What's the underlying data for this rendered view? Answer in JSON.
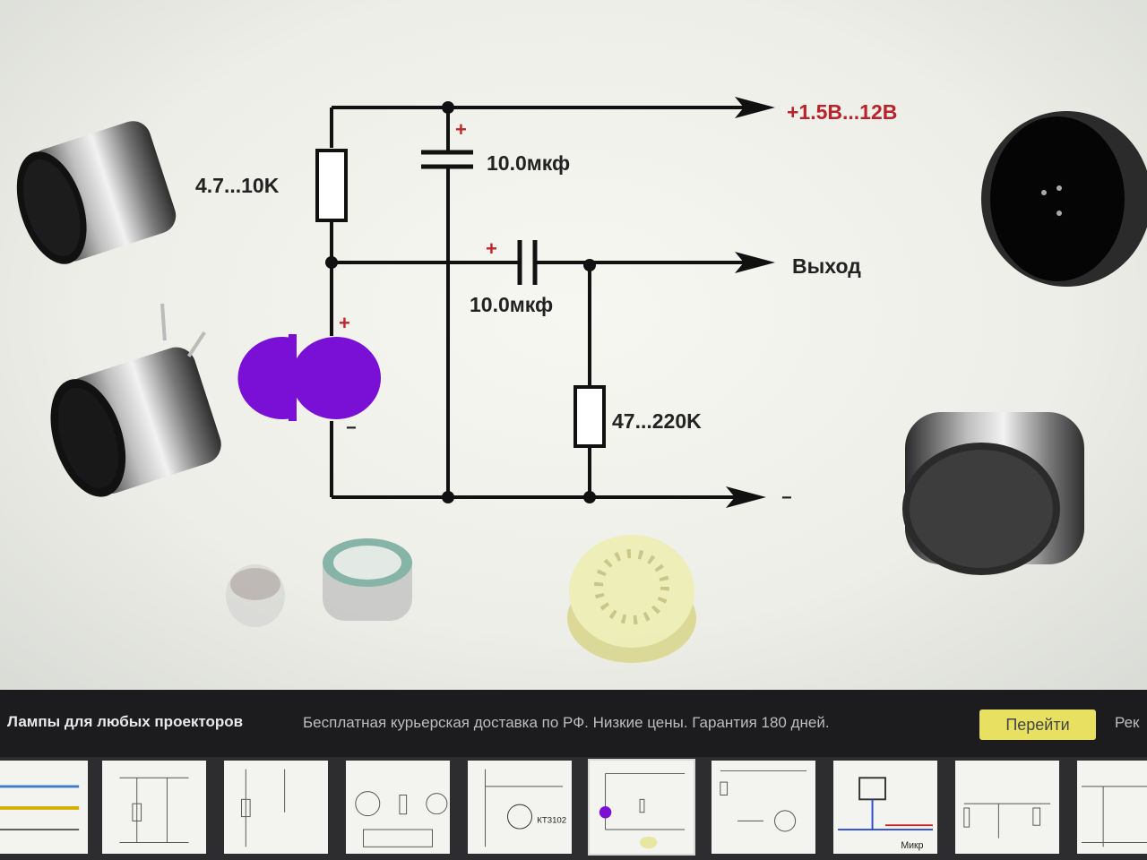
{
  "schematic": {
    "supply_label": "+1.5В...12В",
    "r1_label": "4.7...10K",
    "c1_label": "10.0мкф",
    "c2_label": "10.0мкф",
    "output_label": "Выход",
    "r2_label": "47...220K",
    "plus_sign": "+",
    "minus_sign": "−",
    "mic_color": "#7a10d6",
    "supply_color": "#b8242a"
  },
  "ad": {
    "title": "Лампы для любых проекторов",
    "description": "Бесплатная курьерская доставка по РФ. Низкие цены. Гарантия 180 дней.",
    "button_label": "Перейти",
    "more_label": "Рек"
  },
  "thumbnails": [
    {
      "name": "thumb-1",
      "caption": ""
    },
    {
      "name": "thumb-2",
      "caption": ""
    },
    {
      "name": "thumb-3",
      "caption": ""
    },
    {
      "name": "thumb-4",
      "caption": ""
    },
    {
      "name": "thumb-5",
      "caption": "КТ3102"
    },
    {
      "name": "thumb-6",
      "caption": ""
    },
    {
      "name": "thumb-7",
      "caption": ""
    },
    {
      "name": "thumb-8",
      "caption": "Микр"
    },
    {
      "name": "thumb-9",
      "caption": ""
    },
    {
      "name": "thumb-10",
      "caption": ""
    }
  ]
}
